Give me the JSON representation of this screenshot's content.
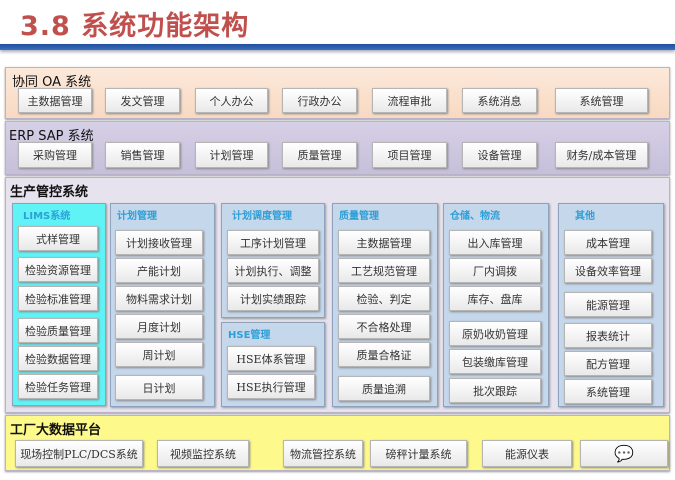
{
  "title": "3.8 系统功能架构",
  "oa": {
    "title": "协同 OA 系统",
    "items": [
      "主数据管理",
      "发文管理",
      "个人办公",
      "行政办公",
      "流程审批",
      "系统消息",
      "系统管理"
    ]
  },
  "erp": {
    "title": "ERP SAP 系统",
    "items": [
      "采购管理",
      "销售管理",
      "计划管理",
      "质量管理",
      "项目管理",
      "设备管理",
      "财务/成本管理"
    ]
  },
  "production": {
    "title": "生产管控系统",
    "groups": [
      {
        "title": "LIMS系统",
        "items": [
          "式样管理",
          "检验资源管理",
          "检验标准管理",
          "检验质量管理",
          "检验数据管理",
          "检验任务管理"
        ]
      },
      {
        "title": "计划管理",
        "items": [
          "计划接收管理",
          "产能计划",
          "物料需求计划",
          "月度计划",
          "周计划",
          "日计划"
        ]
      },
      {
        "title": "计划调度管理",
        "items": [
          "工序计划管理",
          "计划执行、调整",
          "计划实绩跟踪"
        ]
      },
      {
        "title": "HSE管理",
        "items": [
          "HSE体系管理",
          "HSE执行管理"
        ]
      },
      {
        "title": "质量管理",
        "items": [
          "主数据管理",
          "工艺规范管理",
          "检验、判定",
          "不合格处理",
          "质量合格证",
          "质量追溯"
        ]
      },
      {
        "title": "仓储、物流",
        "items": [
          "出入库管理",
          "厂内调拨",
          "库存、盘库",
          "原奶收奶管理",
          "包装缴库管理",
          "批次跟踪"
        ]
      },
      {
        "title": "其他",
        "items": [
          "成本管理",
          "设备效率管理",
          "能源管理",
          "报表统计",
          "配方管理",
          "系统管理"
        ]
      }
    ]
  },
  "bigdata": {
    "title": "工厂大数据平台",
    "items": [
      "现场控制PLC/DCS系统",
      "视频监控系统",
      "物流管控系统",
      "磅秤计量系统",
      "能源仪表"
    ]
  },
  "colors": {
    "title": "#c0504d",
    "oa_bg": "#fbe3d0",
    "erp_bg": "#cdc6de",
    "prod_bg": "#e6e2ee",
    "lims_bg": "#5ff3f6",
    "col_bg": "#c5d7ea",
    "bigdata_bg": "#fdf98a"
  }
}
